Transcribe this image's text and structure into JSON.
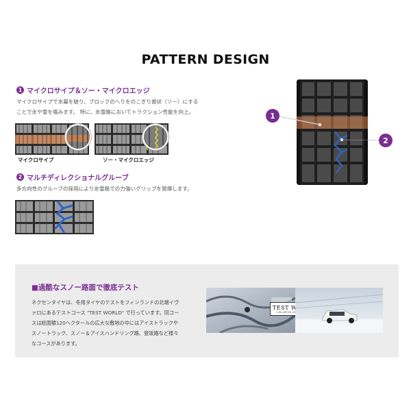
{
  "page": {
    "title": "PATTERN DESIGN"
  },
  "section1": {
    "number": "1",
    "heading": "マイクロサイプ＆ソー・マイクロエッジ",
    "description_line1": "マイクロサイプで水幕を破り、ブロックのへりをのこぎり歯状（ソー）にする",
    "description_line2": "ことで氷や雪を噛みます。 特に、氷雪路においてトラクション性能を向上。",
    "thumb1_caption": "マイクロサイプ",
    "thumb2_caption": "ソー・マイクロエッジ"
  },
  "section2": {
    "number": "2",
    "heading": "マルチディレクショナルグルーブ",
    "description": "多方向性のグルーブの採用により氷雪路での力強いグリップを発揮します。"
  },
  "tire_callouts": {
    "callout1": "1",
    "callout2": "2"
  },
  "test_panel": {
    "heading": "■過酷なスノー路面で徹底テスト",
    "text_line1": "ネクセンタイヤは、冬用タイヤのテストをフィンランドの北端イヴ",
    "text_line2": "ァロにあるテストコース \"TEST WORLD\" で行っています。同コー",
    "text_line3": "スは総面積120ヘクタールの広大な敷地の中にはアイストラックや",
    "text_line4": "スノートラック、スノー＆アイスハンドリング路、登坂路など様々",
    "text_line5": "なコースがあります。",
    "logo_text": "TEST WORLD",
    "logo_sub": "A MILLBROOK GROUP COMPANY"
  },
  "colors": {
    "accent": "#7a2e92",
    "highlight_orange": "#d9824a",
    "groove_blue": "#2f64c8"
  }
}
